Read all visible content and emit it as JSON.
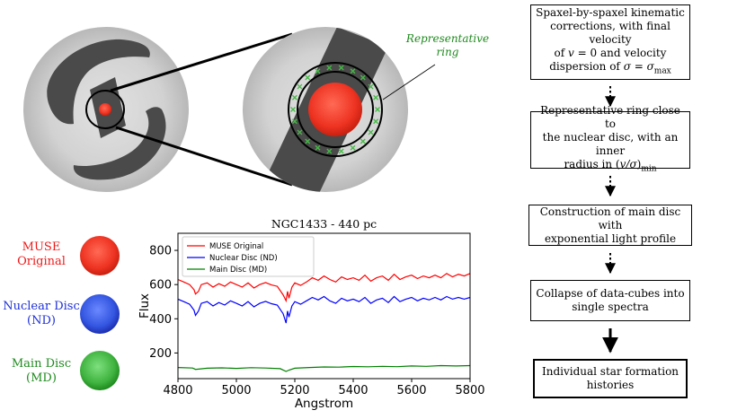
{
  "diagram": {
    "ring_label_line1": "Representative",
    "ring_label_line2": "ring",
    "colors": {
      "disc_dark": "#4a4a4a",
      "sphere_light": "#d0d0d0",
      "muse_red": "#ee3322",
      "nuclear_blue": "#1d2fd8",
      "main_green": "#1e8a1e",
      "ring_marker": "#48b848"
    }
  },
  "flowchart": {
    "steps": [
      {
        "line1": "Spaxel-by-spaxel kinematic",
        "line2": "corrections, with final velocity",
        "line3_pre": "of ",
        "line3_var": "v",
        "line3_post": " = 0 and velocity",
        "line4_pre": "dispersion of ",
        "line4_sigma": "σ",
        "line4_eq": " = ",
        "line4_sigma2": "σ",
        "line4_sub": "max"
      },
      {
        "line1": "Representative ring close to",
        "line2": "the nuclear disc, with an inner",
        "line3_pre": "radius in (",
        "line3_var": "v/σ",
        "line3_post": ")",
        "line3_sub": "min"
      },
      {
        "line1": "Construction of main disc with",
        "line2": "exponential light profile"
      },
      {
        "line1": "Collapse of data-cubes into",
        "line2": "single spectra"
      },
      {
        "line1": "Individual star formation",
        "line2": "histories"
      }
    ]
  },
  "legend_spheres": [
    {
      "line1": "MUSE",
      "line2": "Original",
      "color": "#ee3322"
    },
    {
      "line1": "Nuclear Disc",
      "line2": "(ND)",
      "color": "#1d2fd8"
    },
    {
      "line1": "Main Disc",
      "line2": "(MD)",
      "color": "#1e8a1e"
    }
  ],
  "chart_data": {
    "type": "line",
    "title": "NGC1433 - 440 pc",
    "xlabel": "Angstrom",
    "ylabel": "Flux",
    "xlim": [
      4800,
      5800
    ],
    "ylim": [
      50,
      900
    ],
    "xticks": [
      4800,
      5000,
      5200,
      5400,
      5600,
      5800
    ],
    "yticks": [
      200,
      400,
      600,
      800
    ],
    "legend_position": "top-left",
    "series": [
      {
        "name": "MUSE Original",
        "color": "#ff0000",
        "x": [
          4800,
          4820,
          4840,
          4855,
          4860,
          4870,
          4880,
          4900,
          4920,
          4940,
          4960,
          4980,
          5000,
          5020,
          5040,
          5060,
          5080,
          5100,
          5120,
          5140,
          5160,
          5170,
          5175,
          5180,
          5190,
          5200,
          5220,
          5240,
          5260,
          5280,
          5300,
          5320,
          5340,
          5360,
          5380,
          5400,
          5420,
          5440,
          5460,
          5480,
          5500,
          5520,
          5540,
          5560,
          5580,
          5600,
          5620,
          5640,
          5660,
          5680,
          5700,
          5720,
          5740,
          5760,
          5780,
          5800
        ],
        "y": [
          630,
          615,
          600,
          570,
          545,
          560,
          600,
          610,
          585,
          605,
          590,
          615,
          600,
          585,
          610,
          580,
          600,
          612,
          598,
          590,
          540,
          505,
          560,
          520,
          585,
          610,
          595,
          615,
          640,
          625,
          650,
          630,
          615,
          645,
          630,
          640,
          625,
          655,
          620,
          640,
          650,
          625,
          660,
          630,
          645,
          655,
          635,
          650,
          640,
          655,
          640,
          665,
          645,
          660,
          650,
          665
        ]
      },
      {
        "name": "Nuclear Disc (ND)",
        "color": "#0000ff",
        "x": [
          4800,
          4820,
          4840,
          4855,
          4860,
          4870,
          4880,
          4900,
          4920,
          4940,
          4960,
          4980,
          5000,
          5020,
          5040,
          5060,
          5080,
          5100,
          5120,
          5140,
          5160,
          5170,
          5175,
          5180,
          5190,
          5200,
          5220,
          5240,
          5260,
          5280,
          5300,
          5320,
          5340,
          5360,
          5380,
          5400,
          5420,
          5440,
          5460,
          5480,
          5500,
          5520,
          5540,
          5560,
          5580,
          5600,
          5620,
          5640,
          5660,
          5680,
          5700,
          5720,
          5740,
          5760,
          5780,
          5800
        ],
        "y": [
          515,
          500,
          485,
          450,
          420,
          445,
          490,
          500,
          475,
          495,
          480,
          505,
          490,
          475,
          500,
          470,
          490,
          502,
          488,
          480,
          430,
          375,
          445,
          410,
          475,
          500,
          485,
          505,
          525,
          510,
          530,
          505,
          490,
          520,
          505,
          515,
          500,
          525,
          490,
          510,
          520,
          495,
          530,
          500,
          515,
          525,
          505,
          520,
          510,
          525,
          510,
          530,
          515,
          525,
          515,
          525
        ]
      },
      {
        "name": "Main Disc (MD)",
        "color": "#008000",
        "x": [
          4800,
          4850,
          4860,
          4900,
          4950,
          5000,
          5050,
          5100,
          5150,
          5170,
          5180,
          5200,
          5250,
          5300,
          5350,
          5400,
          5450,
          5500,
          5550,
          5600,
          5650,
          5700,
          5750,
          5800
        ],
        "y": [
          115,
          112,
          104,
          111,
          113,
          110,
          114,
          112,
          108,
          92,
          100,
          111,
          115,
          118,
          117,
          121,
          119,
          122,
          120,
          124,
          122,
          126,
          124,
          126
        ]
      }
    ]
  }
}
